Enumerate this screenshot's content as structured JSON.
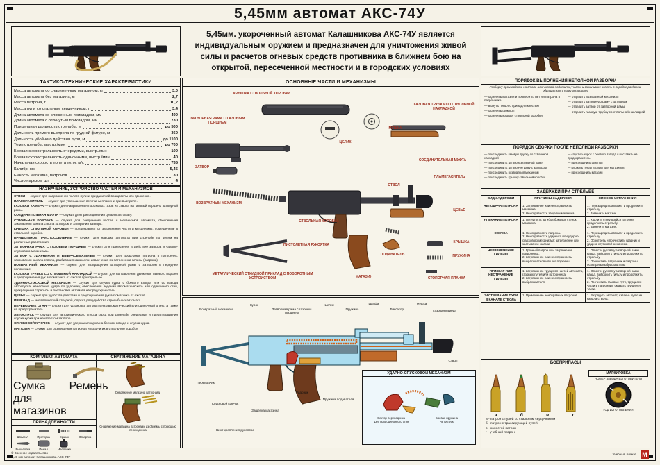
{
  "title": "5,45мм автомат АКС-74У",
  "intro": "5,45мм. укороченный автомат Калашникова АКС-74У является индивидуальным оружием и предназначен для уничтожения живой силы и расчетов огневых средств противника в ближнем бою на открытой, пересеченной местности и в городских условиях",
  "colors": {
    "label_red": "#9c2f20",
    "cutaway_blue": "#aadcef",
    "wood": "#b06a2f",
    "brass": "#c9a227",
    "logo_red": "#b8231d"
  },
  "ttx": {
    "title": "ТАКТИКО-ТЕХНИЧЕСКИЕ ХАРАКТЕРИСТИКИ",
    "rows": [
      {
        "label": "Масса автомата со снаряженным магазином, кг",
        "value": "3,0"
      },
      {
        "label": "Масса автомата без магазина, кг",
        "value": "2,7"
      },
      {
        "label": "Масса патрона, г",
        "value": "10,2"
      },
      {
        "label": "Масса пули со стальным сердечником, г",
        "value": "3,4"
      },
      {
        "label": "Длина автомата со сложенным прикладом, мм",
        "value": "490"
      },
      {
        "label": "Длина автомата с откинутым прикладом, мм",
        "value": "730"
      },
      {
        "label": "Прицельная дальность стрельбы, м",
        "value": "до 500"
      },
      {
        "label": "Дальность прямого выстрела по грудной фигуре, м",
        "value": "360"
      },
      {
        "label": "Дальность убойного действия пули, м",
        "value": "до 1100"
      },
      {
        "label": "Темп стрельбы, выстр./мин",
        "value": "до 700"
      },
      {
        "label": "Боевая скорострельность очередями, выстр./мин",
        "value": "100"
      },
      {
        "label": "Боевая скорострельность одиночными, выстр./мин",
        "value": "40"
      },
      {
        "label": "Начальная скорость полета пули, м/с",
        "value": "735"
      },
      {
        "label": "Калибр, мм",
        "value": "5,45"
      },
      {
        "label": "Емкость магазина, патронов",
        "value": "30"
      },
      {
        "label": "Число нарезов, шт.",
        "value": "4"
      }
    ]
  },
  "purpose": {
    "title": "НАЗНАЧЕНИЕ, УСТРОЙСТВО ЧАСТЕЙ И МЕХАНИЗМОВ",
    "entries": [
      {
        "term": "СТВОЛ",
        "desc": "— служит для направления полета пули и придания ей вращательного движения."
      },
      {
        "term": "ПЛАМЕГАСИТЕЛЬ",
        "desc": "— служит для уменьшения величины пламени при выстреле."
      },
      {
        "term": "ГАЗОВАЯ КАМЕРА",
        "desc": "— служит для направления пороховых газов из ствола на газовый поршень затворной рамы."
      },
      {
        "term": "СОЕДИНИТЕЛЬНАЯ МУФТА",
        "desc": "— служит для присоединения цевья к автомату."
      },
      {
        "term": "СТВОЛЬНАЯ КОРОБКА",
        "desc": "— служит для соединения частей и механизмов автомата, обеспечения закрывания канала ствола затвором и запирания затвора."
      },
      {
        "term": "КРЫШКА СТВОЛЬНОЙ КОРОБКИ",
        "desc": "— предохраняет от загрязнения части и механизмы, помещенные в ствольной коробке."
      },
      {
        "term": "ПРИЦЕЛЬНОЕ ПРИСПОСОБЛЕНИЕ",
        "desc": "— служит для наводки автомата при стрельбе по целям на различные расстояния."
      },
      {
        "term": "ЗАТВОРНАЯ РАМА С ГАЗОВЫМ ПОРШНЕМ",
        "desc": "— служит для приведения в действие затвора и ударно-спускового механизма."
      },
      {
        "term": "ЗАТВОР С УДАРНИКОМ И ВЫБРАСЫВАТЕЛЕМ",
        "desc": "— служит для досылания патрона в патронник, закрывания канала ствола, разбивания капсюля и извлечения из патронника гильзы (патрона)."
      },
      {
        "term": "ВОЗВРАТНЫЙ МЕХАНИЗМ",
        "desc": "— служит для возвращения затворной рамы с затвором в переднее положение."
      },
      {
        "term": "ГАЗОВАЯ ТРУБКА СО СТВОЛЬНОЙ НАКЛАДКОЙ",
        "desc": "— служит для направления движения газового поршня и предохранения рук автоматчика от ожогов при стрельбе."
      },
      {
        "term": "УДАРНО-СПУСКОВОЙ МЕХАНИЗМ",
        "desc": "— служит для спуска курка с боевого взвода или со взвода автоспуска, нанесения удара по ударнику, обеспечения ведения автоматического или одиночного огня, прекращения стрельбы и постановки автомата на предохранитель."
      },
      {
        "term": "ЦЕВЬЕ",
        "desc": "— служит для удобства действия и предохранения рук автоматчика от ожогов."
      },
      {
        "term": "ПРИКЛАД",
        "desc": "— металлический откидной, служит для удобства стрельбы из автомата."
      },
      {
        "term": "ПЕРЕВОДЧИК ОГНЯ",
        "desc": "— служит для установки автомата на автоматический или одиночный огонь, а также на предохранитель."
      },
      {
        "term": "АВТОСПУСК",
        "desc": "— служит для автоматического спуска курка при стрельбе очередями и предотвращения спуска курка при незапертом затворе."
      },
      {
        "term": "СПУСКОВОЙ КРЮЧОК",
        "desc": "— служит для удержания курка на боевом взводе и спуска курка."
      },
      {
        "term": "МАГАЗИН",
        "desc": "— служит для размещения патронов и подачи их в ствольную коробку."
      }
    ]
  },
  "main_parts": {
    "title": "ОСНОВНЫЕ ЧАСТИ И МЕХАНИЗМЫ",
    "labels": {
      "cover": "КРЫШКА СТВОЛЬНОЙ КОРОБКИ",
      "rear_sight": "ЦЕЛИК",
      "front_sight": "МУШКА",
      "gas_tube": "ГАЗОВАЯ ТРУБКА СО СТВОЛЬНОЙ НАКЛАДКОЙ",
      "bolt_carrier": "ЗАТВОРНАЯ РАМА С ГАЗОВЫМ ПОРШНЕМ",
      "bolt": "ЗАТВОР",
      "recoil": "ВОЗВРАТНЫЙ МЕХАНИЗМ",
      "flash_hider": "ПЛАМЕГАСИТЕЛЬ",
      "coupling": "СОЕДИНИТЕЛЬНАЯ МУФТА",
      "barrel": "СТВОЛ",
      "handguard": "ЦЕВЬЕ",
      "receiver": "СТВОЛЬНАЯ КОРОБКА",
      "follower": "ПОДАВАТЕЛЬ",
      "grip": "ПИСТОЛЕТНАЯ РУКОЯТКА",
      "magazine": "МАГАЗИН",
      "mag_cover": "КРЫШКА",
      "mag_spring": "ПРУЖИНА",
      "stop_plate": "СТОПОРНАЯ ПЛАНКА",
      "stock": "МЕТАЛЛИЧЕСКИЙ ОТКИДНОЙ ПРИКЛАД С ПОВОРОТНЫМ УСТРОЙСТВОМ"
    }
  },
  "cutaway": {
    "labels": {
      "recoil": "Возвратный механизм",
      "hammer": "Курок",
      "carrier": "Затворная рама с газовым поршнем",
      "rear_sight": "Целик",
      "spring": "Пружина",
      "pin": "Цапфа",
      "lock": "Фиксатор",
      "front_sight": "Мушка",
      "gas_chamber": "Газовая камера",
      "barrel": "Ствол",
      "selector": "Переводчик",
      "trigger": "Спусковой крючок",
      "mag_catch": "Защелка магазина",
      "striker": "Ударник",
      "follower_spring": "Пружина подавателя",
      "grip_screw": "Винт крепления рукоятки"
    },
    "inset_title": "УДАРНО-СПУСКОВОЙ МЕХАНИЗМ",
    "inset_labels": [
      "Сектор переводчика",
      "Боевая пружина",
      "Шептало одиночного огня",
      "Автоспуск"
    ]
  },
  "disassembly": {
    "title": "ПОРЯДОК ВЫПОЛНЕНИЯ НЕПОЛНОЙ РАЗБОРКИ",
    "note": "Разборку производить на столе или чистой подстилке; части и механизмы класть в порядке разборки, обращаться с ними осторожно",
    "steps": [
      "отделить магазин и проверить, нет ли патрона в патроннике",
      "вынуть пенал с принадлежностью",
      "отделить шомпол",
      "отделить крышку ствольной коробки",
      "отделить возвратный механизм",
      "отделить затворную раму с затвором",
      "отделить затвор от затворной рамы",
      "отделить газовую трубку со ствольной накладкой"
    ]
  },
  "assembly": {
    "title": "ПОРЯДОК СБОРКИ ПОСЛЕ НЕПОЛНОЙ РАЗБОРКИ",
    "steps": [
      "присоединить газовую трубку со ствольной накладкой",
      "присоединить затвор к затворной раме",
      "присоединить затворную раму с затвором",
      "присоединить возвратный механизм",
      "присоединить крышку ствольной коробки",
      "спустить курок с боевого взвода и поставить на предохранитель",
      "присоединить шомпол",
      "вложить пенал в сумку для магазинов",
      "присоединить магазин"
    ]
  },
  "stoppages": {
    "title": "ЗАДЕРЖКИ ПРИ СТРЕЛЬБЕ",
    "col_headers": [
      "ВИД ЗАДЕРЖКИ",
      "ПРИЧИНЫ ЗАДЕРЖКИ",
      "СПОСОБ УСТРАНЕНИЯ"
    ],
    "rows": [
      {
        "name": "НЕПОДАЧА ПАТРОНА",
        "causes": "1. Загрязнение или неисправность магазина.\n2. Неисправность защелки магазина.",
        "fixes": "1. Перезарядить автомат и продолжить стрельбу.\n2. Заменить магазин."
      },
      {
        "name": "УТЫКАНИЕ ПАТРОНА",
        "causes": "1. Погнутость загибов боковых стенок магазина.",
        "fixes": "1. Удалить уткнувшийся патрон и продолжить стрельбу.\n2. Заменить магазин."
      },
      {
        "name": "ОСЕЧКА",
        "causes": "1. Неисправность патрона.\n2. Неисправность ударника или ударно-спускового механизма; загрязнение или застывание смазки.",
        "fixes": "1. Перезарядить автомат и продолжить стрельбу.\n2. Осмотреть и прочистить ударник и ударно-спусковой механизм."
      },
      {
        "name": "НЕИЗВЛЕЧЕНИЕ ГИЛЬЗЫ",
        "causes": "1. Грязный патрон или загрязнение патронника.\n2. Загрязнение или неисправность выбрасывателя или его пружины.",
        "fixes": "1. Отвести рукоятку затворной рамы назад, выбросить гильзу и продолжить стрельбу.\n2. Прочистить патронник и патроны, осмотреть выбрасыватель."
      },
      {
        "name": "ПРИХВАТ ИЛИ НЕОТРАЖЕНИЕ ГИЛЬЗЫ",
        "causes": "1. Загрязнение трущихся частей автомата, газовых путей или патронника.\n2. Загрязнение или неисправность выбрасывателя.",
        "fixes": "1. Отвести рукоятку затворной рамы назад, выбросить гильзу и продолжить стрельбу.\n2. Прочистить газовые пути, трущиеся части и патронник, смазать трущиеся части."
      },
      {
        "name": "ЗАСТРЕВАНИЕ ПУЛИ В КАНАЛЕ СТВОЛА",
        "causes": "1. Применение неисправных патронов.",
        "fixes": "1. Разрядить автомат, извлечь пулю из канала ствола."
      }
    ]
  },
  "ammo": {
    "title": "БОЕПРИПАСЫ",
    "letters": [
      "а",
      "б",
      "в",
      "г"
    ],
    "legend": [
      "а - патрон с пулей со стальным сердечником",
      "б - патрон с трассирующей пулей",
      "в - холостой патрон",
      "г - учебный патрон"
    ],
    "marking_title": "МАРКИРОВКА",
    "marking_labels": [
      "НОМЕР ЗАВОДА ИЗГОТОВИТЕЛЯ",
      "ГОД ИЗГОТОВЛЕНИЯ"
    ]
  },
  "kit": {
    "title": "КОМПЛЕКТ АВТОМАТА",
    "items": [
      "Сумка для магазинов",
      "Ремень"
    ],
    "accessories": {
      "title": "ПРИНАДЛЕЖНОСТИ",
      "items": [
        "Шомпол",
        "Протирка",
        "Ершик",
        "Отвертка",
        "Выколотка",
        "Пенал",
        "Масленка"
      ]
    }
  },
  "mag_loading": {
    "title": "СНАРЯЖЕНИЕ МАГАЗИНА",
    "captions": [
      "Снаряжение магазина патронами",
      "Снаряжение магазина патронами из обоймы с помощью переходника"
    ]
  },
  "footer": {
    "left": "© Военное издательство\n5,45-мм автомат Калашникова АКС-74У",
    "right": "Учебный плакат",
    "logo": "М"
  }
}
